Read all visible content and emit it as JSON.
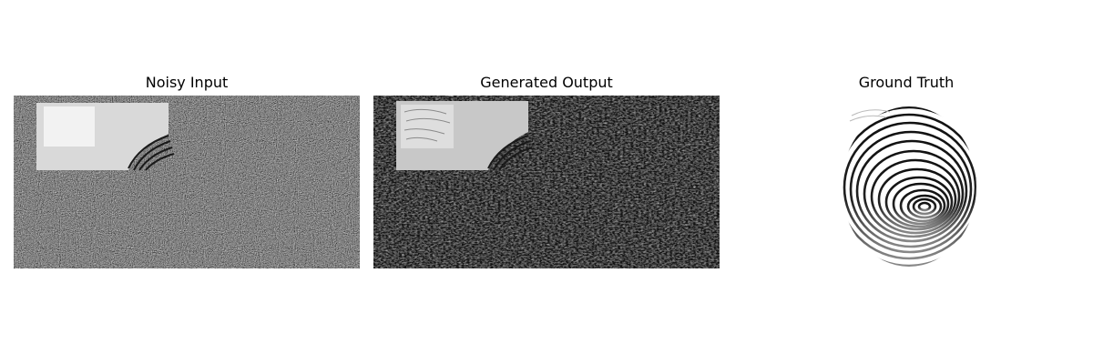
{
  "figure": {
    "panels": [
      {
        "title": "Noisy Input"
      },
      {
        "title": "Generated Output"
      },
      {
        "title": "Ground Truth"
      }
    ]
  }
}
